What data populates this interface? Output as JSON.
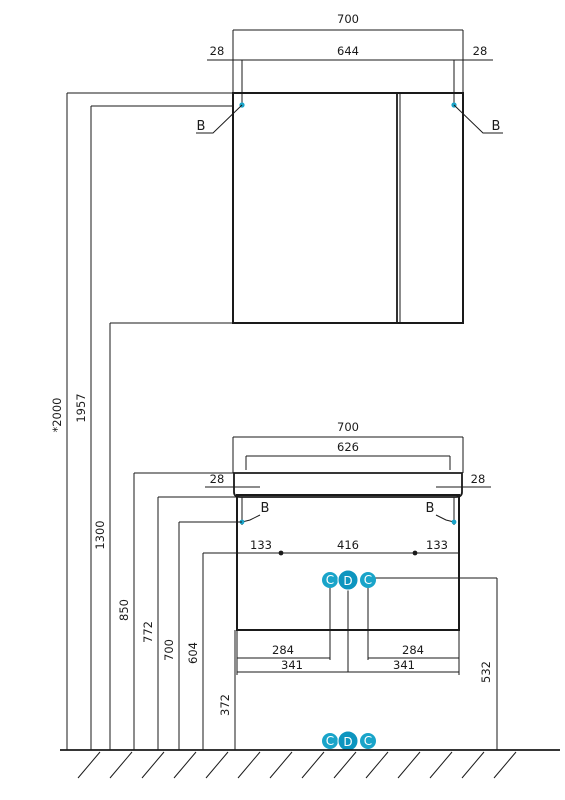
{
  "mirror_cabinet": {
    "width_total": "700",
    "width_inner": "644",
    "offset_left": "28",
    "offset_right": "28",
    "mount_label_left": "B",
    "mount_label_right": "B"
  },
  "vanity": {
    "width_total": "700",
    "width_basin": "626",
    "offset_left": "28",
    "offset_right": "28",
    "mount_label_left": "B",
    "mount_label_right": "B",
    "hole_left": "133",
    "hole_span": "416",
    "hole_right": "133",
    "pipe_left": "284",
    "pipe_right": "284",
    "half_left": "341",
    "half_right": "341",
    "pipe_height": "532"
  },
  "heights": {
    "floor_to_ceiling": "*2000",
    "mirror_top": "1957",
    "mirror_bottom": "1300",
    "basin_top": "850",
    "vanity_top": "772",
    "mount_points": "700",
    "holes": "604",
    "vanity_bottom": "372"
  },
  "connectors": {
    "outlet_left": "C",
    "outlet_center": "D",
    "outlet_right": "C"
  }
}
